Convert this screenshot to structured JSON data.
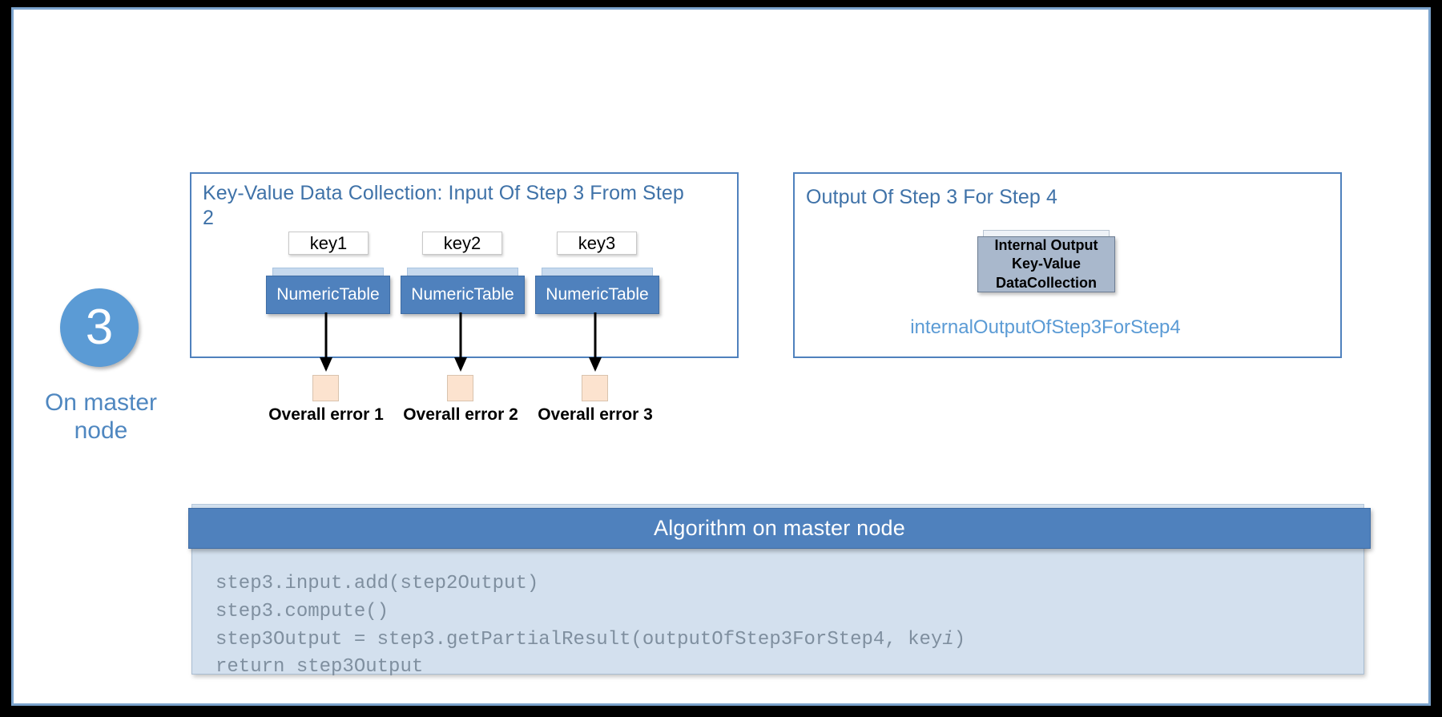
{
  "slide": {
    "step_number": "3",
    "node_caption": "On master node"
  },
  "input_panel": {
    "title": "Key-Value Data Collection: Input Of Step 3 From Step 2",
    "items": [
      {
        "key": "key1",
        "table": "NumericTable",
        "error_label": "Overall  error 1"
      },
      {
        "key": "key2",
        "table": "NumericTable",
        "error_label": "Overall  error 2"
      },
      {
        "key": "key3",
        "table": "NumericTable",
        "error_label": "Overall  error 3"
      }
    ]
  },
  "output_panel": {
    "title": "Output Of Step 3 For Step 4",
    "card_line1": "Internal Output",
    "card_line2": "Key-Value",
    "card_line3": "DataCollection",
    "caption": "internalOutputOfStep3ForStep4"
  },
  "algorithm": {
    "header": "Algorithm on master node",
    "code_line1": "step3.input.add(step2Output)",
    "code_line2": "step3.compute()",
    "code_line3_a": "step3Output = step3.getPartialResult(outputOfStep3ForStep4, key",
    "code_line3_italic": "i",
    "code_line3_b": ")",
    "code_line4": "return step3Output"
  },
  "colors": {
    "frame_border": "#7ba3cd",
    "panel_border": "#4f81bd",
    "title_blue": "#3f72a8",
    "badge_blue": "#5b9bd5",
    "caption_blue": "#4f87c0",
    "table_blue": "#4f81bd",
    "card_grey_blue": "#a9b8cc",
    "code_bg": "#d3e0ee",
    "code_text": "#7f8f9f",
    "error_box": "#fce3cf"
  }
}
